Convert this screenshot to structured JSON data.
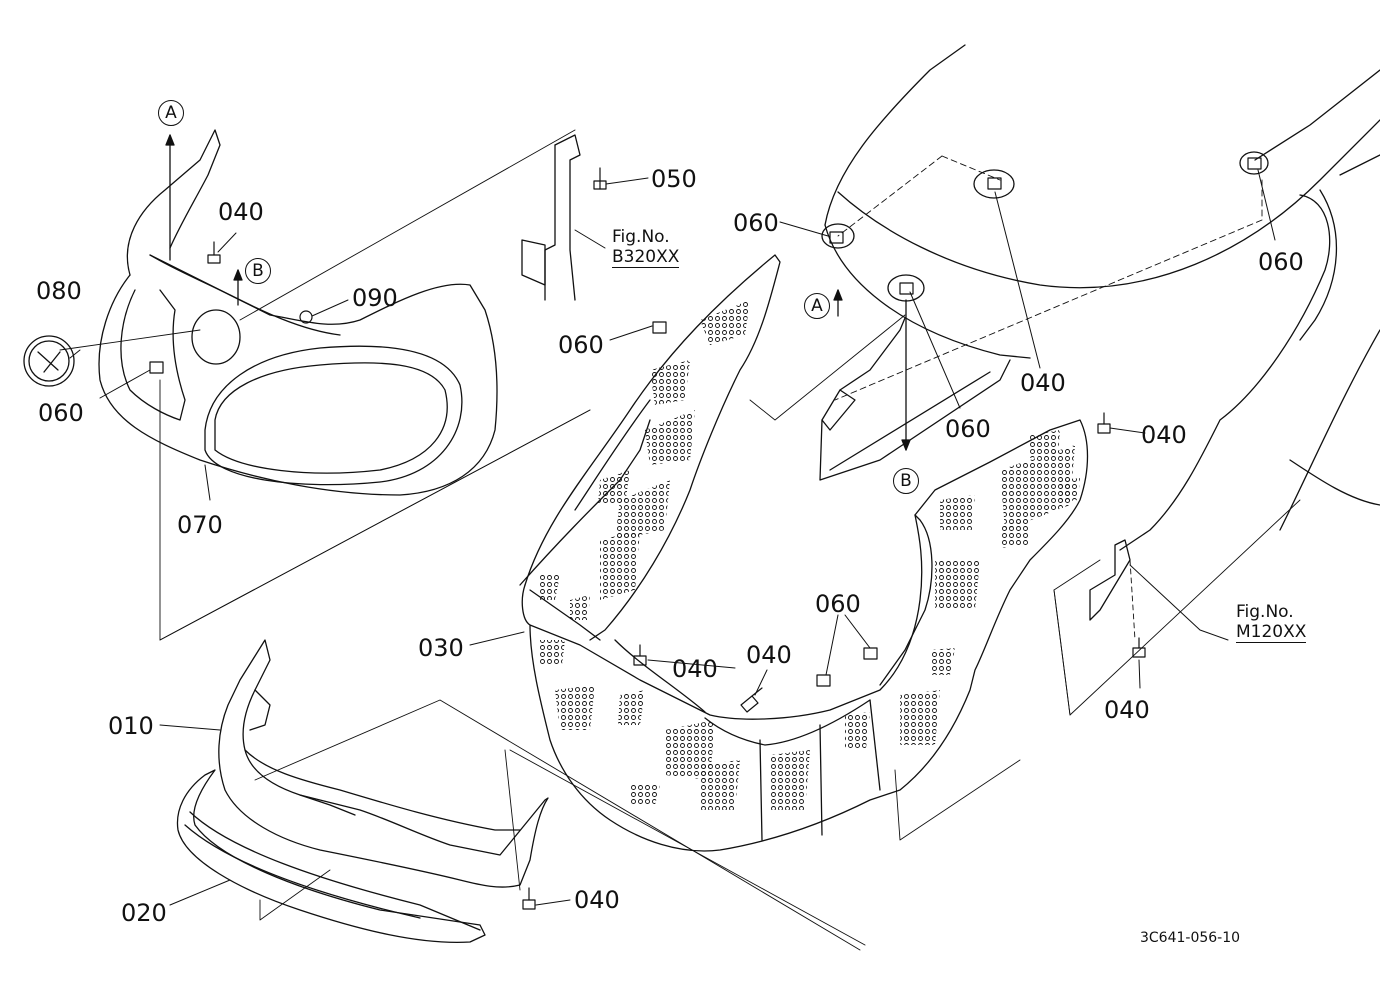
{
  "diagram": {
    "doc_id": "3C641-056-10",
    "part_labels": {
      "p010": "010",
      "p020": "020",
      "p030": "030",
      "p040a": "040",
      "p040b": "040",
      "p040c": "040",
      "p040d": "040",
      "p040e": "040",
      "p040f": "040",
      "p040g": "040",
      "p050": "050",
      "p060a": "060",
      "p060b": "060",
      "p060c": "060",
      "p060d": "060",
      "p060e": "060",
      "p060f": "060",
      "p070": "070",
      "p080": "080",
      "p090": "090"
    },
    "figure_refs": [
      {
        "title": "Fig.No.",
        "code": "B320XX"
      },
      {
        "title": "Fig.No.",
        "code": "M120XX"
      }
    ],
    "markers": {
      "a_top": "A",
      "b_top": "B",
      "a_right": "A",
      "b_right": "B"
    }
  }
}
